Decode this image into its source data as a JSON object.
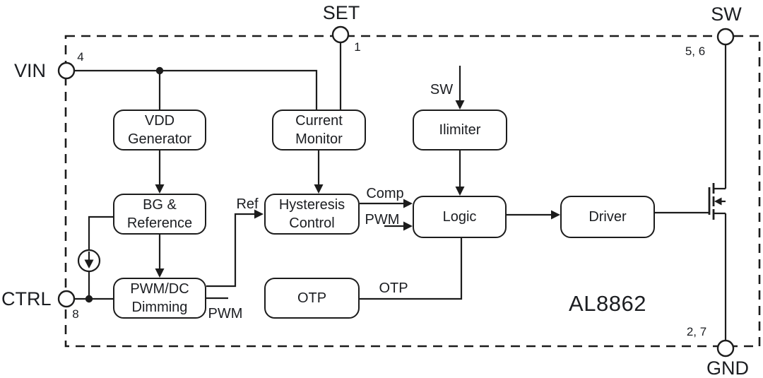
{
  "figure": {
    "chip_label": "AL8862"
  },
  "pins": {
    "vin": {
      "label": "VIN",
      "number": "4"
    },
    "set": {
      "label": "SET",
      "number": "1"
    },
    "sw": {
      "label": "SW",
      "number": "5, 6"
    },
    "ctrl": {
      "label": "CTRL",
      "number": "8"
    },
    "gnd": {
      "label": "GND",
      "number": "2, 7"
    }
  },
  "blocks": {
    "vdd_generator": "VDD\nGenerator",
    "current_monitor": "Current\nMonitor",
    "ilimiter": "Ilimiter",
    "bg_reference": "BG &\nReference",
    "hysteresis_control": "Hysteresis\nControl",
    "logic": "Logic",
    "driver": "Driver",
    "pwm_dc_dimming": "PWM/DC\nDimming",
    "otp": "OTP"
  },
  "signals": {
    "sw_input": "SW",
    "ref": "Ref",
    "comp": "Comp",
    "pwm_to_logic": "PWM",
    "pwm_out": "PWM",
    "otp_out": "OTP"
  },
  "colors": {
    "line": "#1c1c1c",
    "text": "#1b1d21",
    "background": "#ffffff"
  }
}
